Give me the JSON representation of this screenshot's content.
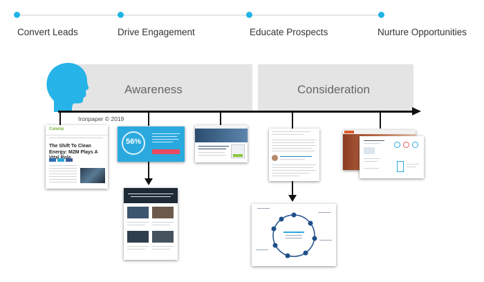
{
  "stages": [
    {
      "label": "Convert Leads"
    },
    {
      "label": "Drive Engagement"
    },
    {
      "label": "Educate Prospects"
    },
    {
      "label": "Nurture Opportunities"
    }
  ],
  "bands": {
    "awareness": "Awareness",
    "consideration": "Consideration"
  },
  "copyright": "Ironpaper © 2019",
  "thumbnails": {
    "article": {
      "logo": "Calamp",
      "headline": "The Shift To Clean Energy: M2M Plays A Vital Role"
    },
    "stat_card": {
      "percent": "56%"
    }
  },
  "colors": {
    "accent": "#20b4e6",
    "band": "#e4e4e4",
    "head": "#25b3e8",
    "timeline": "#111111"
  }
}
